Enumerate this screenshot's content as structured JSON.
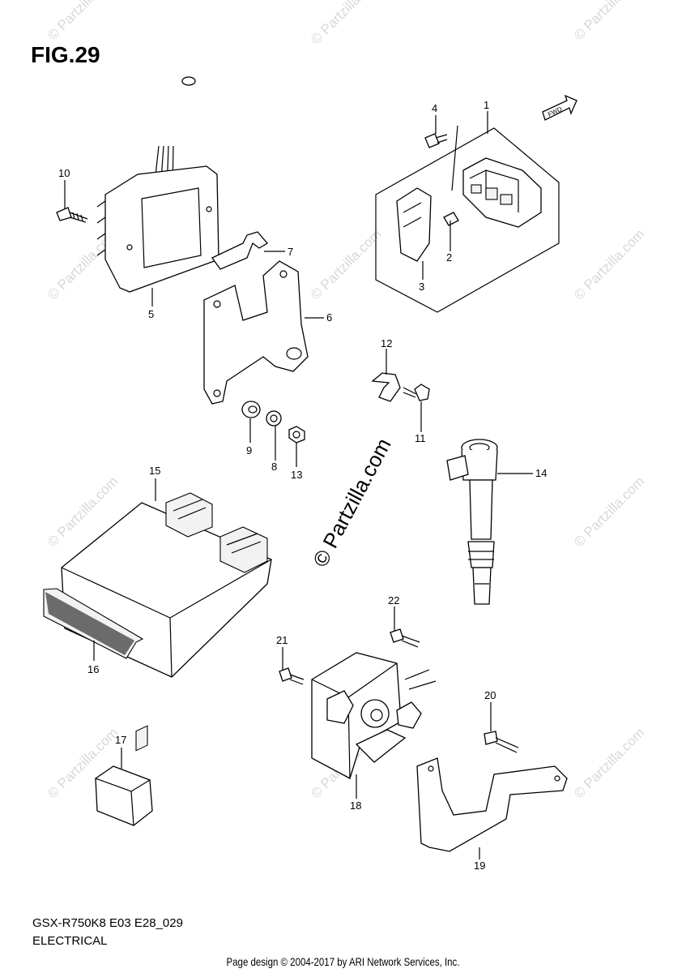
{
  "figure_title": "FIG.29",
  "footer_code": "GSX-R750K8 E03 E28_029",
  "footer_label": "ELECTRICAL",
  "credit": "Page design © 2004-2017 by ARI Network Services, Inc.",
  "watermark_text": "© Partzilla.com",
  "center_watermark": "© Partzilla.com",
  "fwd_label": "FWD",
  "callouts": [
    "1",
    "2",
    "3",
    "4",
    "5",
    "6",
    "7",
    "8",
    "9",
    "10",
    "11",
    "12",
    "13",
    "14",
    "15",
    "16",
    "17",
    "18",
    "19",
    "20",
    "21",
    "22"
  ]
}
